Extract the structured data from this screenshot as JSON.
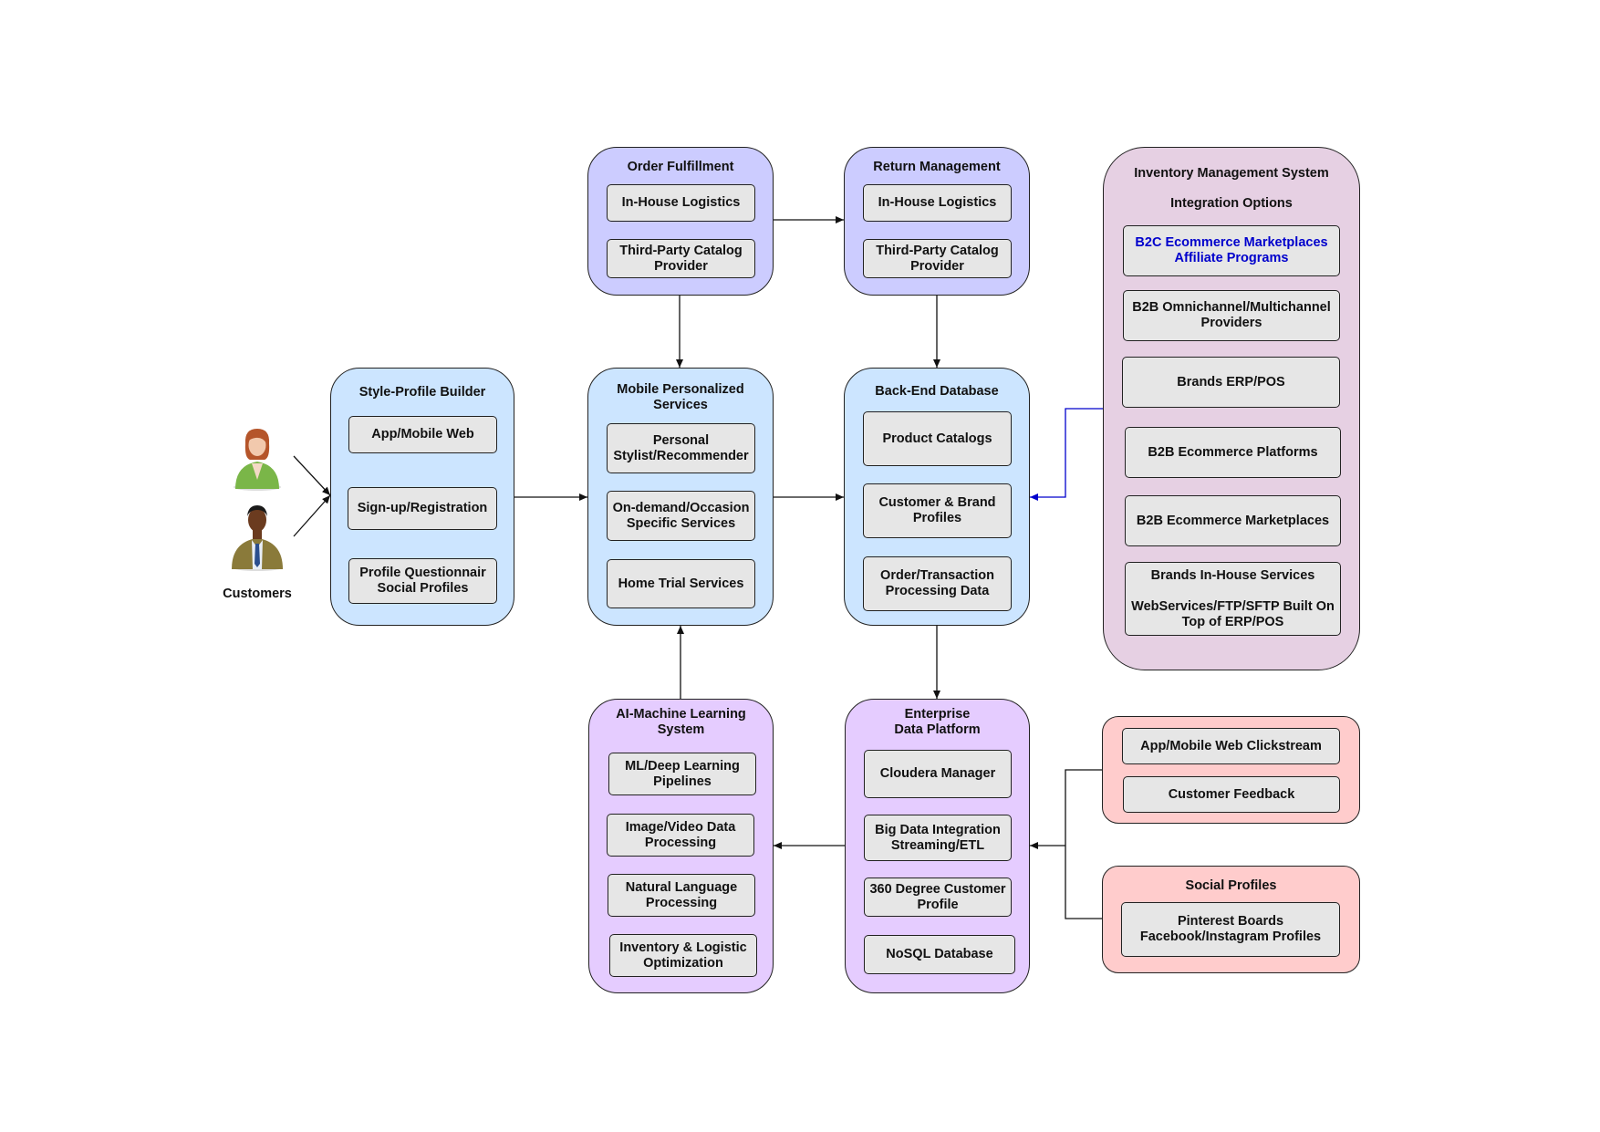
{
  "customers_label": "Customers",
  "style_profile": {
    "title": "Style-Profile Builder",
    "items": [
      "App/Mobile Web",
      "Sign-up/Registration",
      "Profile Questionnair\nSocial Profiles"
    ]
  },
  "order_fulfillment": {
    "title": "Order Fulfillment",
    "items": [
      "In-House Logistics",
      "Third-Party Catalog\nProvider"
    ]
  },
  "return_management": {
    "title": "Return Management",
    "items": [
      "In-House Logistics",
      "Third-Party Catalog\nProvider"
    ]
  },
  "mobile_services": {
    "title": "Mobile Personalized\nServices",
    "items": [
      "Personal\nStylist/Recommender",
      "On-demand/Occasion\nSpecific Services",
      "Home Trial Services"
    ]
  },
  "backend_db": {
    "title": "Back-End Database",
    "items": [
      "Product Catalogs",
      "Customer & Brand\nProfiles",
      "Order/Transaction\nProcessing Data"
    ]
  },
  "inventory": {
    "title": "Inventory Management System",
    "subtitle": "Integration Options",
    "items": [
      "B2C Ecommerce Marketplaces\nAffiliate Programs",
      "B2B Omnichannel/Multichannel\nProviders",
      "Brands ERP/POS",
      "B2B Ecommerce Platforms",
      "B2B Ecommerce Marketplaces",
      "Brands In-House Services\n\nWebServices/FTP/SFTP Built On\nTop of ERP/POS"
    ]
  },
  "ai_ml": {
    "title": "AI-Machine Learning\nSystem",
    "items": [
      "ML/Deep Learning\nPipelines",
      "Image/Video Data\nProcessing",
      "Natural Language\nProcessing",
      "Inventory & Logistic\nOptimization"
    ]
  },
  "enterprise": {
    "title": "Enterprise\nData Platform",
    "items": [
      "Cloudera Manager",
      "Big Data Integration\nStreaming/ETL",
      "360 Degree Customer\nProfile",
      "NoSQL Database"
    ]
  },
  "clickstream": {
    "items": [
      "App/Mobile Web Clickstream",
      "Customer Feedback"
    ]
  },
  "social": {
    "title": "Social Profiles",
    "items": [
      "Pinterest Boards\nFacebook/Instagram Profiles"
    ]
  },
  "colors": {
    "blue": "#cce5ff",
    "indigo": "#ccccff",
    "lavender": "#e5ccff",
    "mauve": "#e6d0e3",
    "pink": "#ffcccc",
    "box": "#e6e6e6",
    "link_text": "#0000cc",
    "link_line": "#0000cc"
  },
  "icons": [
    "female-customer-icon",
    "male-customer-icon"
  ]
}
